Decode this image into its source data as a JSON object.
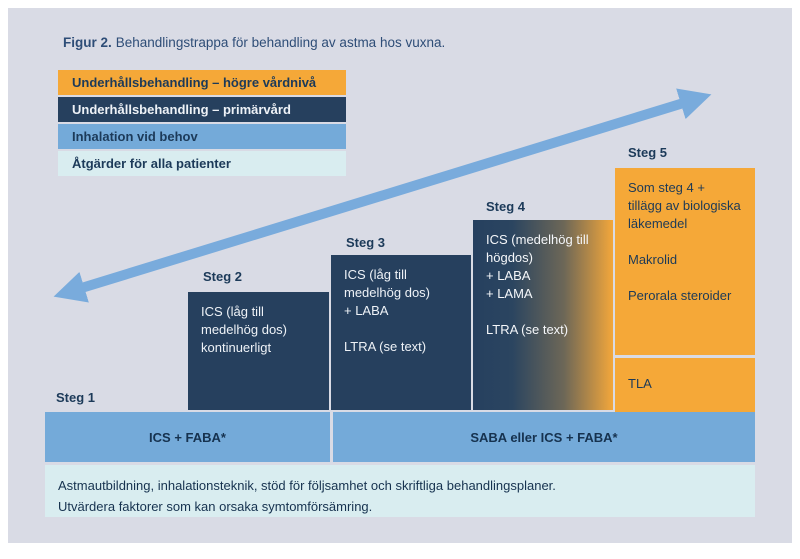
{
  "title": {
    "prefix": "Figur 2.",
    "text": "Behandlingstrappa för behandling av astma hos vuxna."
  },
  "legend": {
    "items": [
      {
        "label": "Underhållsbehandling – högre vårdnivå",
        "color": "#f5a838"
      },
      {
        "label": "Underhållsbehandling – primärvård",
        "color": "#26405e"
      },
      {
        "label": "Inhalation vid behov",
        "color": "#74aad9"
      },
      {
        "label": "Åtgärder för alla patienter",
        "color": "#d9edf0"
      }
    ]
  },
  "steps": {
    "steg1": {
      "label": "Steg 1",
      "bar_left": "ICS + FABA*",
      "bar_right": "SABA eller ICS + FABA*"
    },
    "steg2": {
      "label": "Steg 2",
      "paragraphs": [
        "ICS (låg till medelhög dos) kontinuerligt"
      ]
    },
    "steg3": {
      "label": "Steg 3",
      "paragraphs": [
        "ICS (låg till medelhög dos)\n+ LABA",
        "LTRA (se text)"
      ]
    },
    "steg4": {
      "label": "Steg 4",
      "paragraphs": [
        "ICS (medelhög till högdos)\n+ LABA\n+ LAMA",
        "LTRA (se text)"
      ]
    },
    "steg5": {
      "label": "Steg 5",
      "paragraphs": [
        "Som steg 4 + tillägg av biologiska läkemedel",
        "Makrolid",
        "Perorala steroider"
      ],
      "extra_box": "TLA"
    }
  },
  "footer": {
    "lines": [
      "Astmautbildning, inhalationsteknik, stöd för följsamhet och skriftliga behandlingsplaner.",
      "Utvärdera faktorer som kan orsaka symtomförsämring."
    ]
  },
  "colors": {
    "background": "#d9dbe5",
    "orange": "#f5a838",
    "navy": "#26405e",
    "blue": "#74aad9",
    "pale_cyan": "#d9edf0",
    "arrow": "#79abdc",
    "dark_text": "#1c3a59",
    "title_text": "#2e4d77"
  }
}
